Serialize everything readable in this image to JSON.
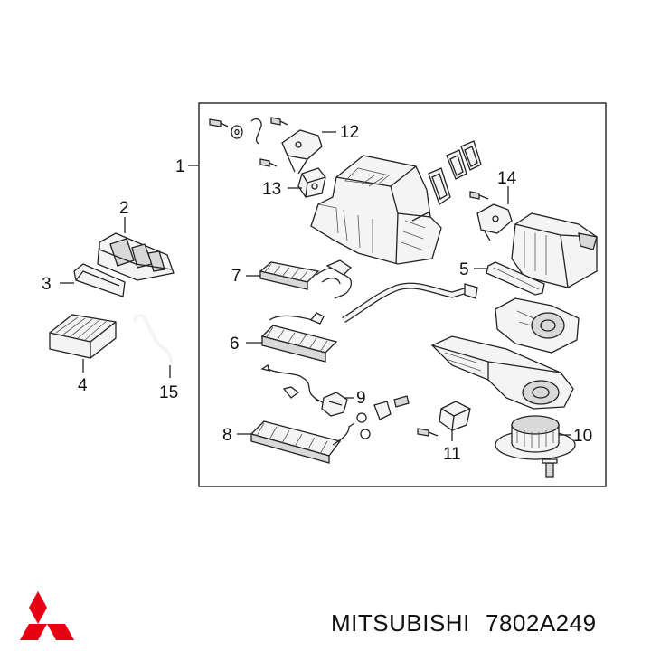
{
  "labels": {
    "p1": "1",
    "p2": "2",
    "p3": "3",
    "p4": "4",
    "p5": "5",
    "p6": "6",
    "p7": "7",
    "p8": "8",
    "p9": "9",
    "p10": "10",
    "p11": "11",
    "p12": "12",
    "p13": "13",
    "p14": "14",
    "p15": "15"
  },
  "brand": {
    "name": "MITSUBISHI",
    "part_number": "7802A249",
    "logo_color": "#e60012"
  },
  "icons": [
    "mitsubishi-logo-icon"
  ]
}
